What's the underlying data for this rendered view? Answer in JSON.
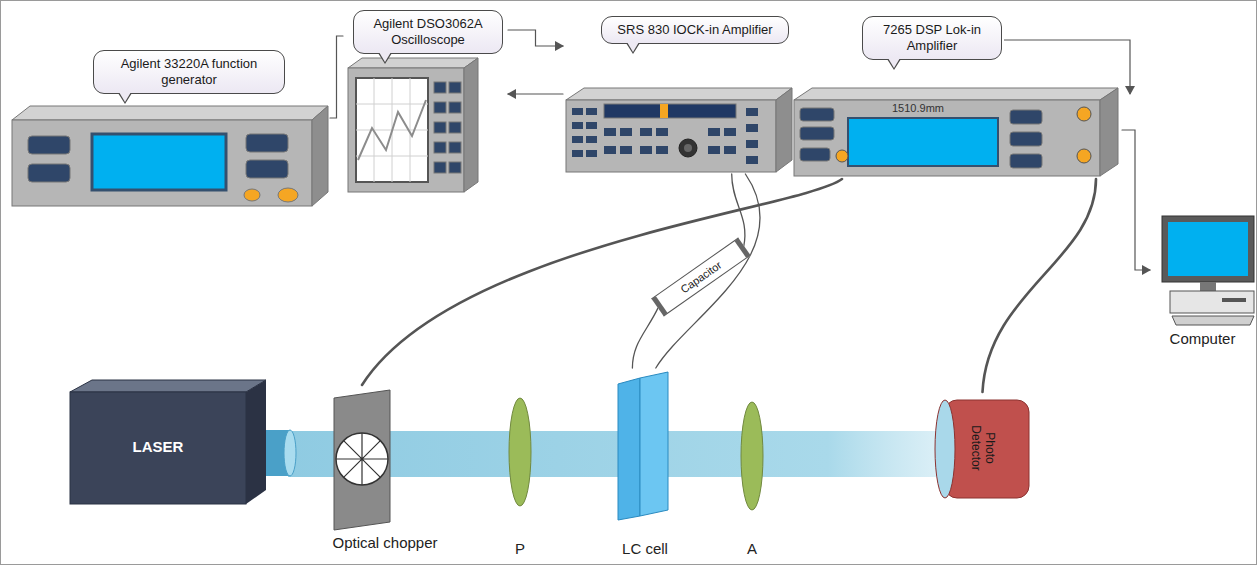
{
  "diagram": {
    "nodes": [
      {
        "text": [
          "Agilent 33220A function generator"
        ]
      },
      {
        "text": [
          "Agilent DSO3062A Oscilloscope"
        ]
      },
      {
        "text": [
          "SRS 830 IOCK-in Amplifier"
        ]
      },
      {
        "text": [
          "7265 DSP Lok-in Amplifier"
        ]
      },
      {
        "text": [
          "Computer"
        ]
      },
      {
        "text": [
          "Capacitor"
        ]
      },
      {
        "text": [
          "LASER"
        ]
      },
      {
        "text": [
          "Optical chopper"
        ]
      },
      {
        "text": [
          "P"
        ]
      },
      {
        "text": [
          "LC cell"
        ]
      },
      {
        "text": [
          "A"
        ]
      },
      {
        "text": [
          "Photo Detector"
        ]
      }
    ],
    "edges": [
      {
        "from": 0,
        "to": 1,
        "arrow": "none"
      },
      {
        "from": 1,
        "to": 2,
        "arrow": "to"
      },
      {
        "from": 2,
        "to": 1,
        "arrow": "to"
      },
      {
        "from": 3,
        "to": 4,
        "arrow": "to"
      },
      {
        "from": 7,
        "to": 3,
        "arrow": "none"
      },
      {
        "from": 11,
        "to": 3,
        "arrow": "none"
      },
      {
        "from": 2,
        "to": 5,
        "arrow": "none"
      },
      {
        "from": 2,
        "to": 9,
        "arrow": "none"
      },
      {
        "from": 5,
        "to": 9,
        "arrow": "none"
      }
    ],
    "labels": [
      "1510.9mm"
    ]
  }
}
